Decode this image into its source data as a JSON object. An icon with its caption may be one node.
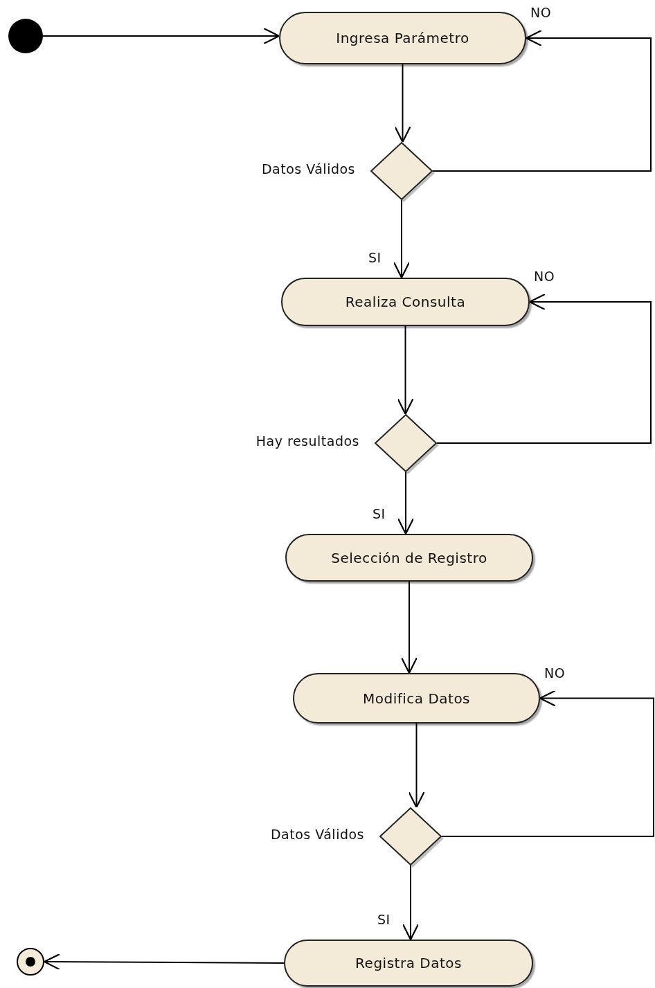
{
  "diagram": {
    "nodes": [
      {
        "text": [],
        "shape": "circle"
      },
      {
        "text": [
          "Ingresa Parámetro"
        ]
      },
      {
        "text": [],
        "shape": "diamond",
        "beside": [
          "Datos Válidos"
        ]
      },
      {
        "text": [
          "Realiza Consulta"
        ]
      },
      {
        "text": [],
        "shape": "diamond",
        "beside": [
          "Hay resultados"
        ]
      },
      {
        "text": [
          "Selección de Registro"
        ]
      },
      {
        "text": [
          "Modifica Datos"
        ]
      },
      {
        "text": [],
        "shape": "diamond",
        "beside": [
          "Datos Válidos"
        ]
      },
      {
        "text": [
          "Registra Datos"
        ]
      },
      {
        "text": [],
        "shape": "circle"
      }
    ],
    "edges": [
      {
        "from": 0,
        "to": 1,
        "arrow": "to"
      },
      {
        "from": 1,
        "to": 2,
        "arrow": "to"
      },
      {
        "from": 2,
        "to": 3,
        "arrow": "to",
        "label": "SI"
      },
      {
        "from": 2,
        "to": 1,
        "arrow": "to",
        "label": "NO"
      },
      {
        "from": 3,
        "to": 4,
        "arrow": "to"
      },
      {
        "from": 4,
        "to": 5,
        "arrow": "to",
        "label": "SI"
      },
      {
        "from": 4,
        "to": 3,
        "arrow": "to",
        "label": "NO"
      },
      {
        "from": 5,
        "to": 6,
        "arrow": "to"
      },
      {
        "from": 6,
        "to": 7,
        "arrow": "to"
      },
      {
        "from": 7,
        "to": 8,
        "arrow": "to",
        "label": "SI"
      },
      {
        "from": 7,
        "to": 6,
        "arrow": "to",
        "label": "NO"
      },
      {
        "from": 8,
        "to": 9,
        "arrow": "to"
      }
    ]
  }
}
